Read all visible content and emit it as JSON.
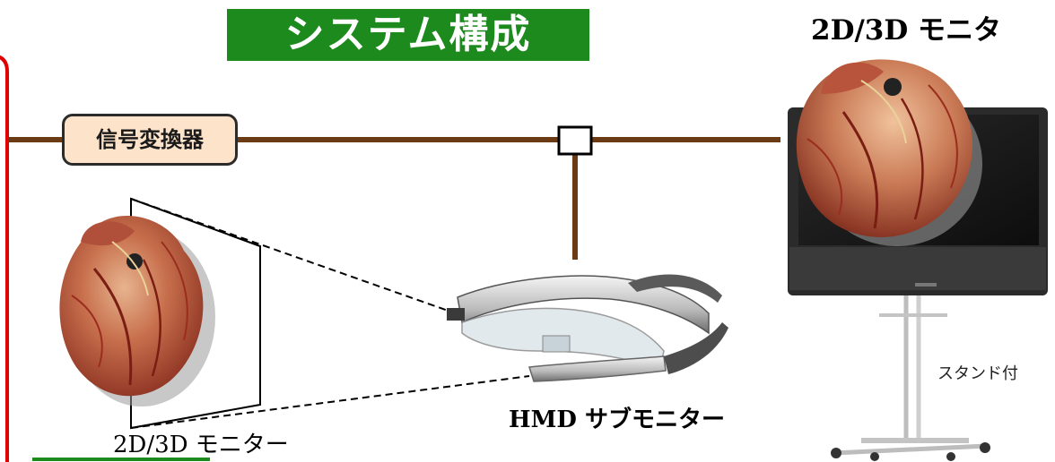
{
  "title": "システム構成",
  "signal_converter": "信号変換器",
  "monitor_top_label": "2D/3D モニタ",
  "hmd_label": "HMD サブモニター",
  "projection_label": "2D/3D モニター",
  "stand_label": "スタンド付",
  "colors": {
    "title_bg": "#1c8a1c",
    "title_text": "#ffffff",
    "signal_line": "#6b3b15",
    "converter_fill": "#fde3c9",
    "left_border": "#e00000",
    "underline": "#1c8a1c"
  },
  "icons": [
    "heart-model-icon",
    "smart-glasses-icon",
    "monitor-stand-icon",
    "junction-box-icon"
  ]
}
